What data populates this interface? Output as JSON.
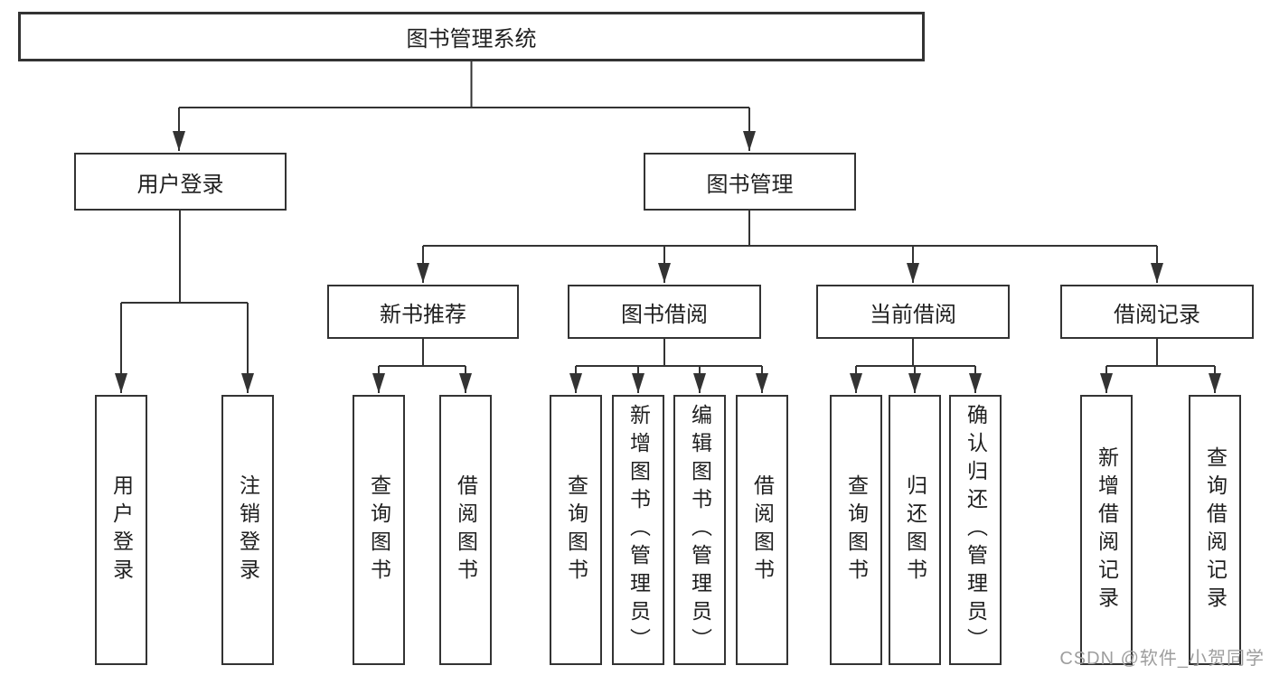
{
  "colors": {
    "line": "#333333",
    "box_border": "#333333",
    "text": "#1f1f1f",
    "background": "#ffffff",
    "watermark": "#9e9e9e"
  },
  "watermark": {
    "text": "CSDN @软件_小贺同学"
  },
  "tree": {
    "label": "图书管理系统",
    "children": [
      {
        "label": "用户登录",
        "children": [
          {
            "label": "用户登录"
          },
          {
            "label": "注销登录"
          }
        ]
      },
      {
        "label": "图书管理",
        "children": [
          {
            "label": "新书推荐",
            "children": [
              {
                "label": "查询图书"
              },
              {
                "label": "借阅图书"
              }
            ]
          },
          {
            "label": "图书借阅",
            "children": [
              {
                "label": "查询图书"
              },
              {
                "label": "新增图书（管理员）"
              },
              {
                "label": "编辑图书（管理员）"
              },
              {
                "label": "借阅图书"
              }
            ]
          },
          {
            "label": "当前借阅",
            "children": [
              {
                "label": "查询图书"
              },
              {
                "label": "归还图书"
              },
              {
                "label": "确认归还（管理员）"
              }
            ]
          },
          {
            "label": "借阅记录",
            "children": [
              {
                "label": "新增借阅记录"
              },
              {
                "label": "查询借阅记录"
              }
            ]
          }
        ]
      }
    ]
  }
}
